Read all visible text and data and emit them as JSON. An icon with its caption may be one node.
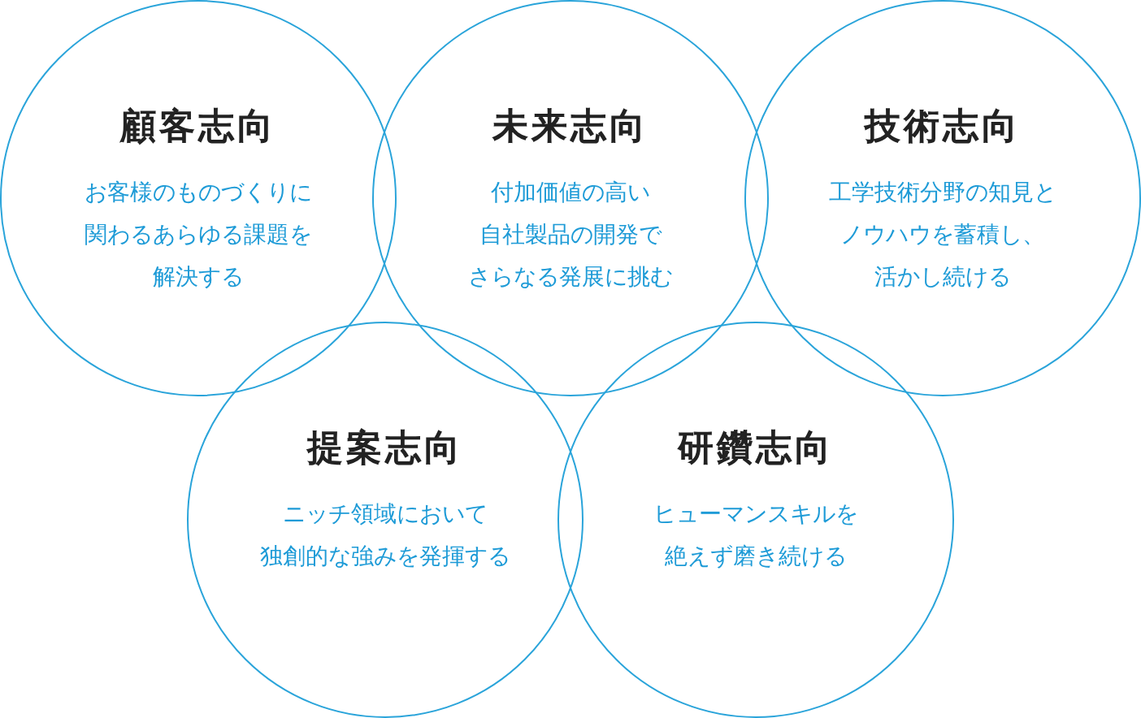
{
  "diagram": {
    "nodes": [
      {
        "text": [
          "顧客志向",
          "お客様のものづくりに関わるあらゆる課題を解決する"
        ]
      },
      {
        "text": [
          "未来志向",
          "付加価値の高い自社製品の開発でさらなる発展に挑む"
        ]
      },
      {
        "text": [
          "技術志向",
          "工学技術分野の知見とノウハウを蓄積し、活かし続ける"
        ]
      },
      {
        "text": [
          "提案志向",
          "ニッチ領域において独創的な強みを発揮する"
        ]
      },
      {
        "text": [
          "研鑽志向",
          "ヒューマンスキルを絶えず磨き続ける"
        ]
      }
    ]
  }
}
